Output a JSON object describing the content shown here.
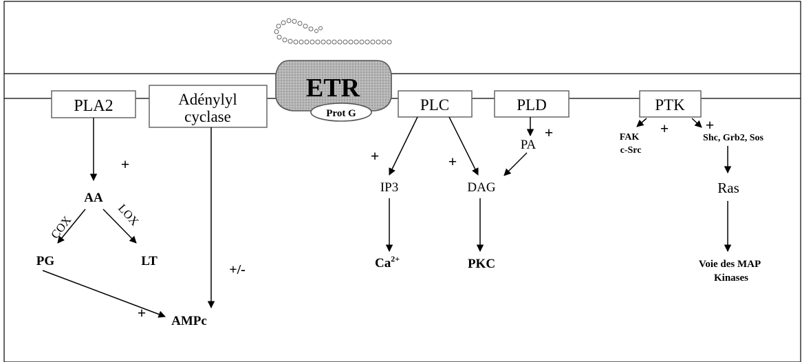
{
  "receptor": {
    "label": "ETR",
    "gprotein": "Prot G"
  },
  "boxes": {
    "pla2": "PLA2",
    "adenylyl_line1": "Adénylyl",
    "adenylyl_line2": "cyclase",
    "plc": "PLC",
    "pld": "PLD",
    "ptk": "PTK"
  },
  "molecules": {
    "aa": "AA",
    "pg": "PG",
    "lt": "LT",
    "ampc": "AMPc",
    "ip3": "IP3",
    "ca": "Ca",
    "ca_sup": "2+",
    "dag": "DAG",
    "pkc": "PKC",
    "pa": "PA",
    "fak": "FAK",
    "csrc": "c-Src",
    "shc": "Shc, Grb2, Sos",
    "ras": "Ras",
    "map_line1": "Voie des MAP",
    "map_line2": "Kinases"
  },
  "enzymes": {
    "cox": "COX",
    "lox": "LOX"
  },
  "signs": {
    "plus": "+",
    "plus_minus": "+/-"
  },
  "colors": {
    "receptor_fill": "#a8a8a8",
    "receptor_stroke": "#555555",
    "box_stroke": "#6e6e6e",
    "membrane": "#000000"
  }
}
